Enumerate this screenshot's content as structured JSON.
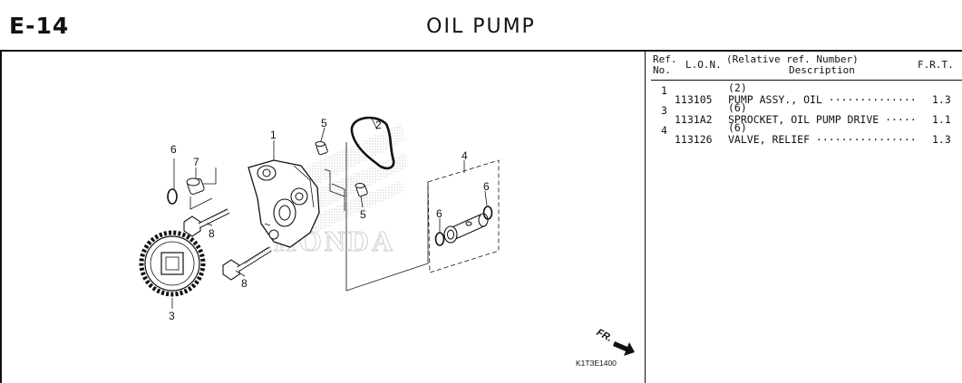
{
  "header": {
    "page_code": "E-14",
    "title": "OIL PUMP"
  },
  "diagram": {
    "callouts": [
      "1",
      "2",
      "3",
      "4",
      "5",
      "5",
      "6",
      "6",
      "6",
      "7",
      "8",
      "8"
    ],
    "direction_label": "FR.",
    "drawing_code": "K1T3E1400",
    "watermark": "HONDA"
  },
  "parts_table": {
    "headers": {
      "ref_no": "Ref. No.",
      "lon": "L.O.N.",
      "desc_line1": "(Relative ref. Number)",
      "desc_line2": "Description",
      "frt": "F.R.T."
    },
    "rows": [
      {
        "ref": "1",
        "qty": "(2)",
        "lon": "113105",
        "description": "PUMP ASSY., OIL ··············",
        "frt": "1.3"
      },
      {
        "ref": "3",
        "qty": "(6)",
        "lon": "1131A2",
        "description": "SPROCKET, OIL PUMP DRIVE ·····",
        "frt": "1.1"
      },
      {
        "ref": "4",
        "qty": "(6)",
        "lon": "113126",
        "description": "VALVE, RELIEF ················",
        "frt": "1.3"
      }
    ]
  }
}
